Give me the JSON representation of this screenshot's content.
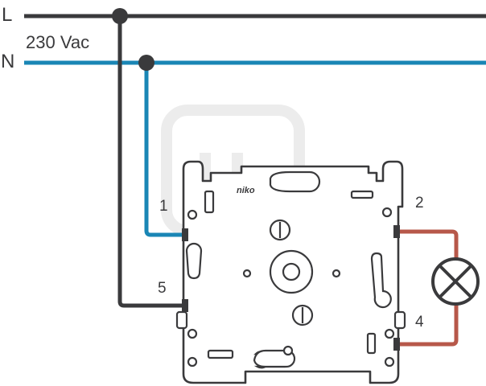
{
  "labels": {
    "line": "L",
    "neutral": "N",
    "voltage": "230 Vac",
    "brand": "niko"
  },
  "terminals": {
    "t1": "1",
    "t2": "2",
    "t4": "4",
    "t5": "5"
  },
  "colors": {
    "line_wire": "#3a3a3c",
    "neutral_wire": "#1a86b5",
    "load_wire": "#b7584a",
    "outline": "#3a3a3c",
    "watermark": "#ececec"
  },
  "icons": {
    "lamp": "lamp-symbol-icon",
    "watermark": "plug-watermark-icon"
  }
}
